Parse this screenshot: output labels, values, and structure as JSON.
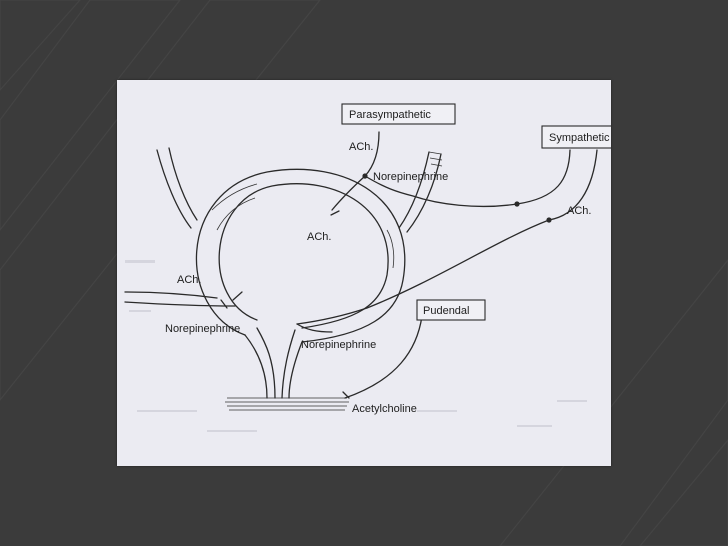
{
  "diagram": {
    "labels": {
      "parasympathetic": "Parasympathetic",
      "sympathetic": "Sympathetic",
      "pudendal": "Pudendal",
      "ach_top": "ACh.",
      "norepinephrine_top": "Norepinephrine",
      "ach_inner": "ACh.",
      "ach_sympathetic": "ACh.",
      "ach_left": "ACh.",
      "norepinephrine_left": "Norepinephrine",
      "norepinephrine_bottom": "Norepinephrine",
      "acetylcholine": "Acetylcholine"
    }
  },
  "colors": {
    "background": "#3a3a3a",
    "paper": "#ebebf2",
    "ink": "#2a2a2a"
  }
}
